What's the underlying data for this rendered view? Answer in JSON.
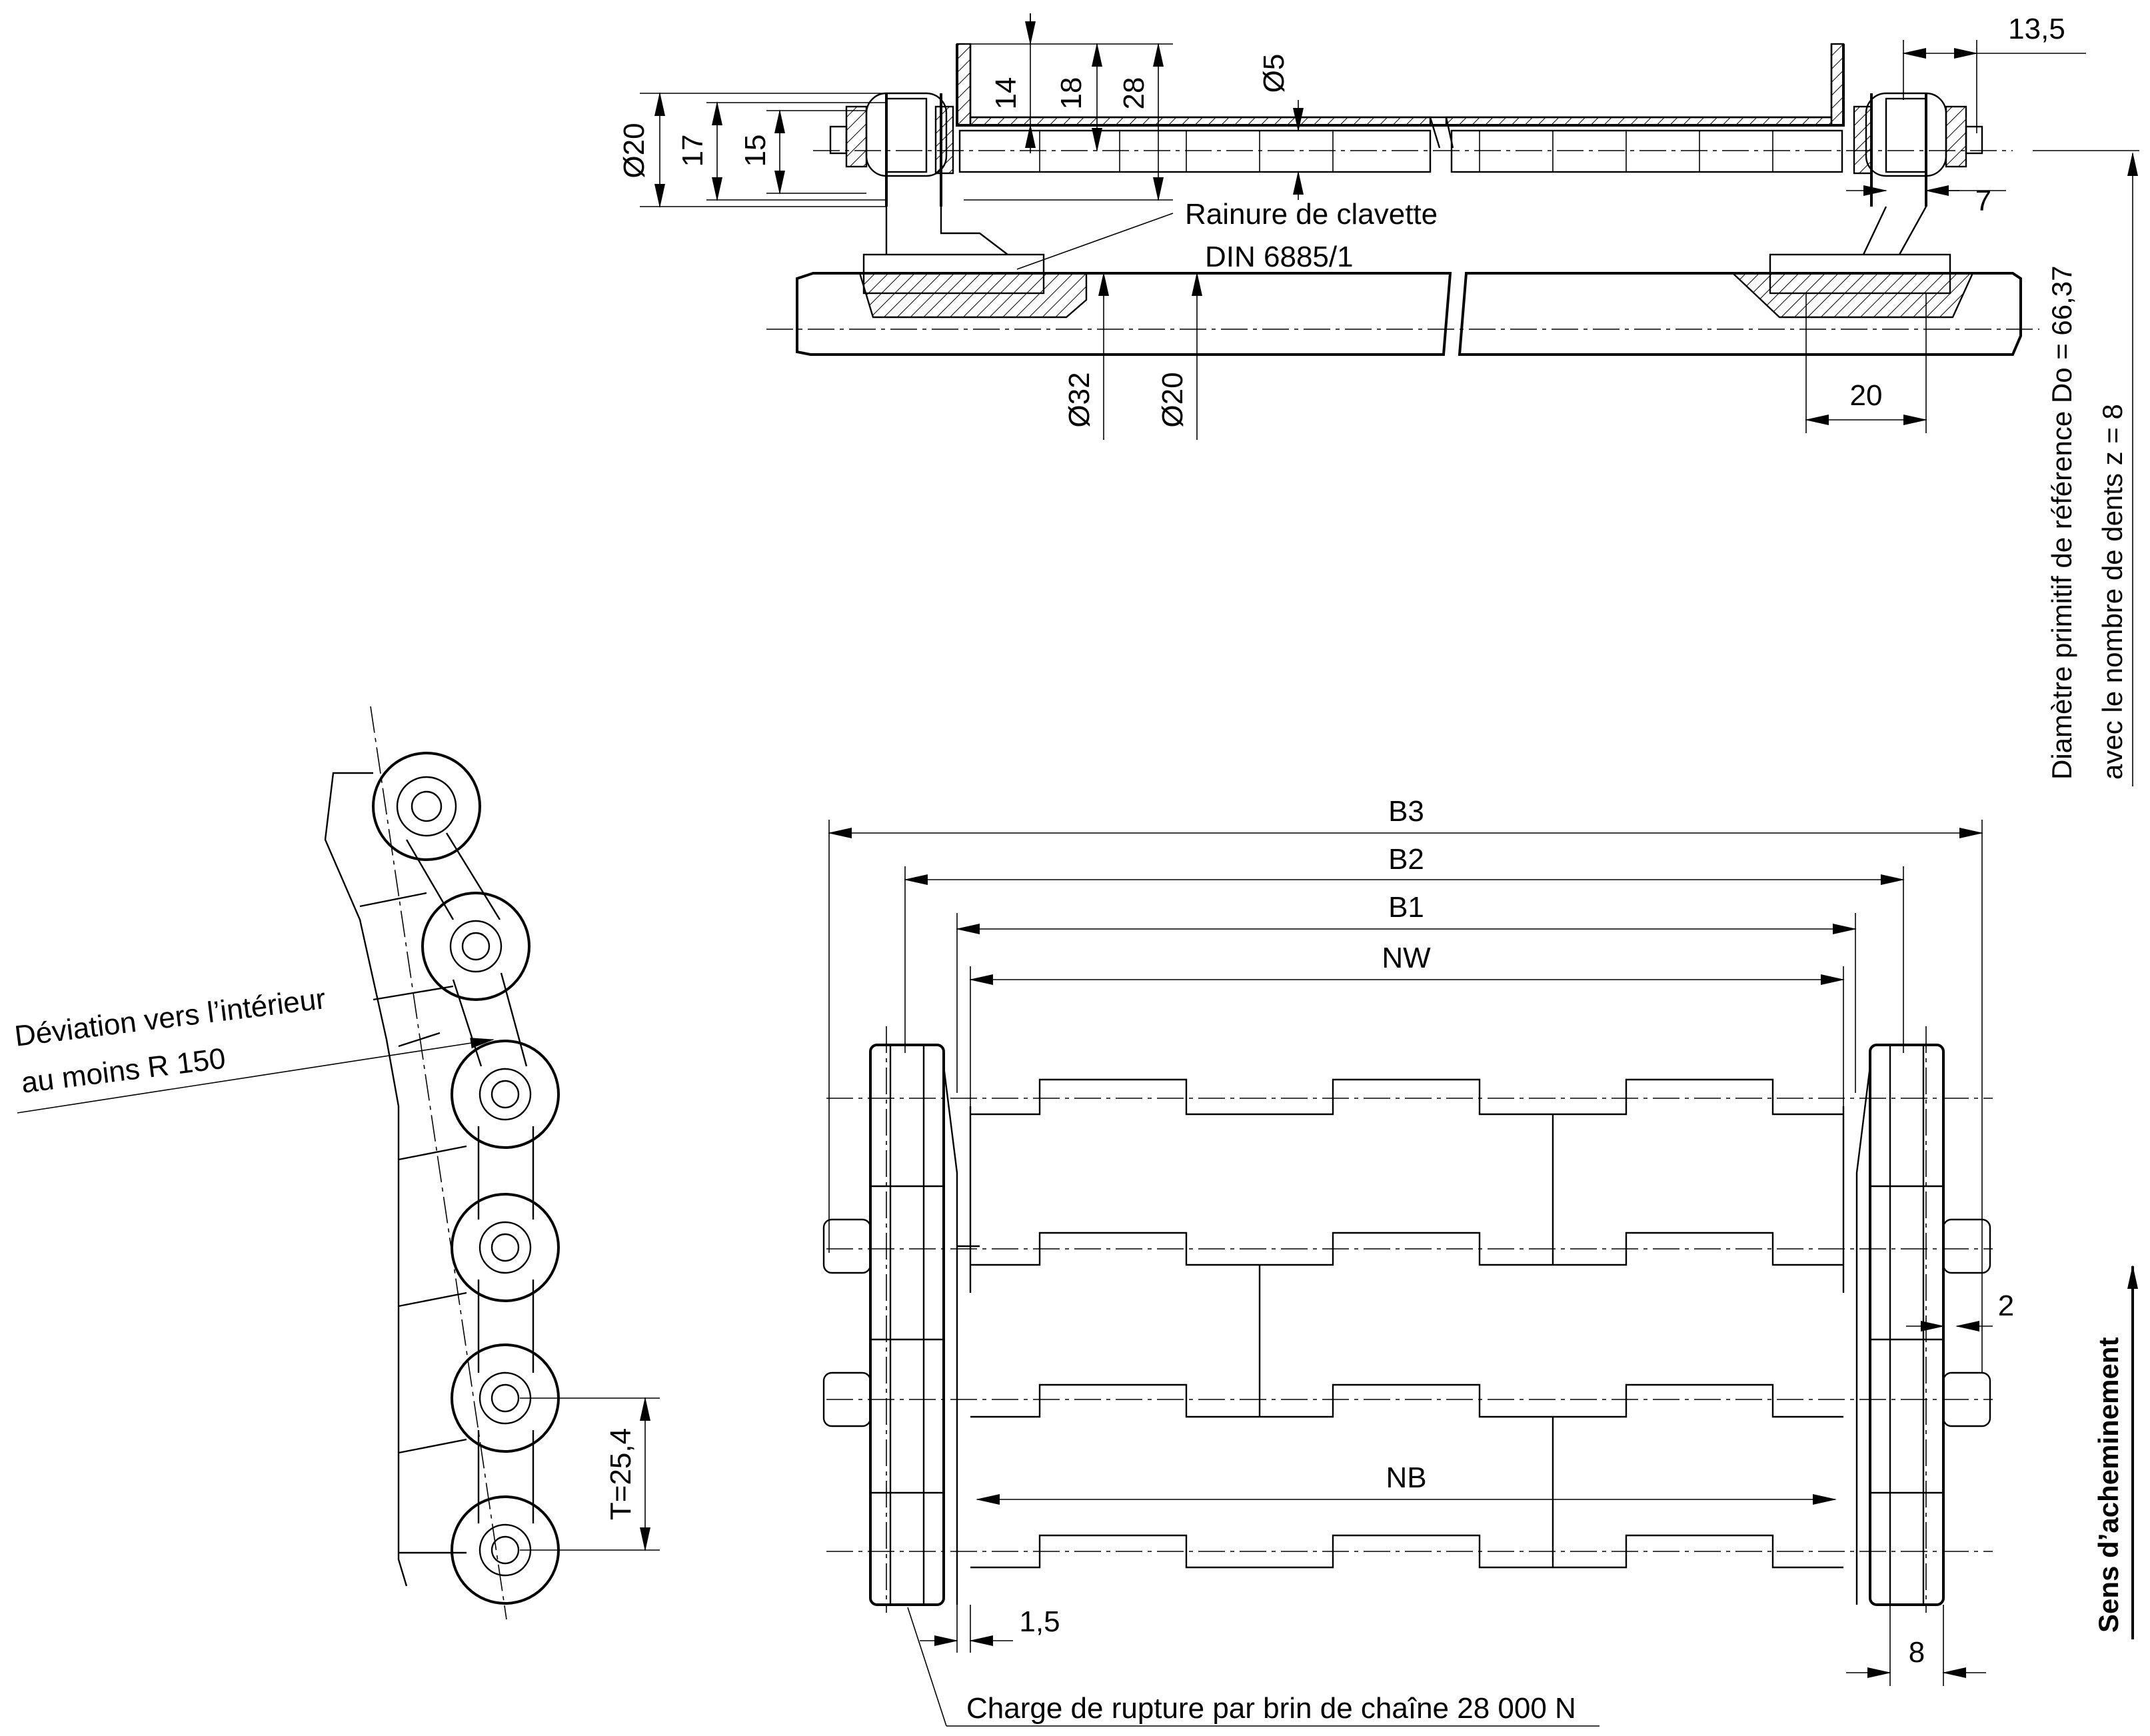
{
  "top_view": {
    "dims": {
      "d14": "14",
      "d18": "18",
      "d28": "28",
      "d5": "Ø5",
      "d135": "13,5",
      "d7": "7",
      "d20_left": "Ø20",
      "d17": "17",
      "d15": "15",
      "d32": "Ø32",
      "d20_shaft": "Ø20",
      "d20_hub": "20"
    },
    "keyway_note_line1": "Rainure de clavette",
    "keyway_note_line2": "DIN 6885/1",
    "pitch_note_line1": "Diamètre primitif de référence Do = 66,37",
    "pitch_note_line2": "avec le nombre de dents z = 8"
  },
  "side_view": {
    "deviation_line1": "Déviation vers l’intérieur",
    "deviation_line2": "au moins R 150",
    "pitch_dim": "T=25,4"
  },
  "plan_view": {
    "b3": "B3",
    "b2": "B2",
    "b1": "B1",
    "nw": "NW",
    "nb": "NB",
    "d2": "2",
    "d15": "1,5",
    "d8": "8",
    "breaking_load": "Charge de rupture par brin de chaîne 28 000 N",
    "direction": "Sens d’acheminement"
  }
}
